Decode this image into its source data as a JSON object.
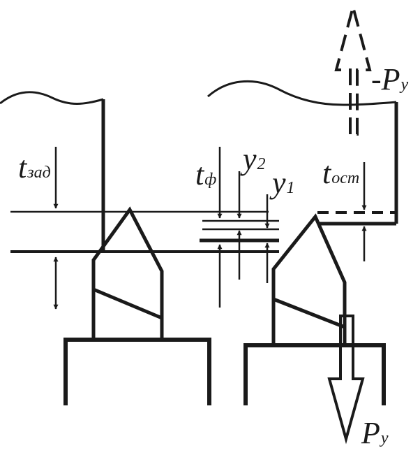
{
  "labels": {
    "t_zad": {
      "main": "t",
      "sub": "зад"
    },
    "t_f": {
      "main": "t",
      "sub": "ф"
    },
    "y2": {
      "main": "y",
      "sub": "2"
    },
    "y1": {
      "main": "y",
      "sub": "1"
    },
    "t_ost": {
      "main": "t",
      "sub": "ост"
    },
    "minus_Py": {
      "main": "-P",
      "sub": "у"
    },
    "Py": {
      "main": "P",
      "sub": "у"
    }
  },
  "colors": {
    "ink": "#1a1a1a",
    "background": "#ffffff"
  }
}
